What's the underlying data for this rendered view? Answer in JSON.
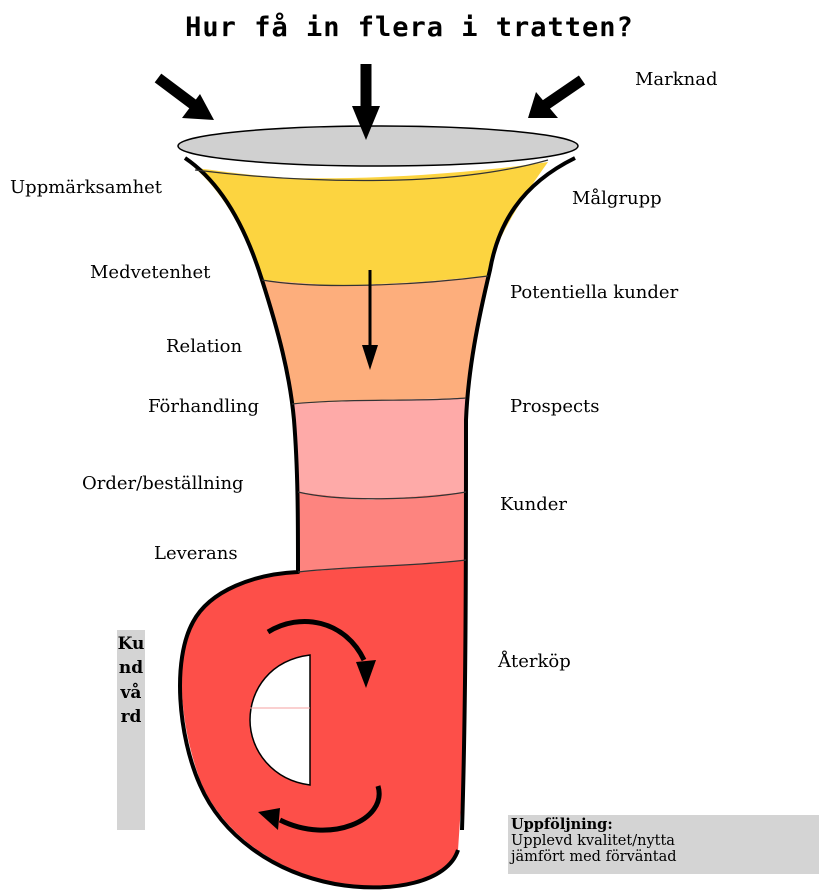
{
  "title": "Hur få in flera i tratten?",
  "left_labels": {
    "awareness": "Uppmärksamhet",
    "consciousness": "Medvetenhet",
    "relation": "Relation",
    "negotiation": "Förhandling",
    "order": "Order/beställning",
    "delivery": "Leverans"
  },
  "right_labels": {
    "market": "Marknad",
    "target_group": "Målgrupp",
    "potential_customers": "Potentiella kunder",
    "prospects": "Prospects",
    "customers": "Kunder",
    "repurchase": "Återköp"
  },
  "customer_care": "Kundvård",
  "follow_up": {
    "heading": "Uppföljning:",
    "line1": "Upplevd kvalitet/nytta",
    "line2": "jämfört med förväntad"
  },
  "colors": {
    "awareness_band": "#fcd440",
    "consciousness_band": "#fdae7c",
    "relation_band": "#feaaa8",
    "negotiation_band": "#fd847f",
    "loop": "#fd4f49",
    "rim": "#d0d0d0",
    "label_box": "#d4d4d4"
  }
}
